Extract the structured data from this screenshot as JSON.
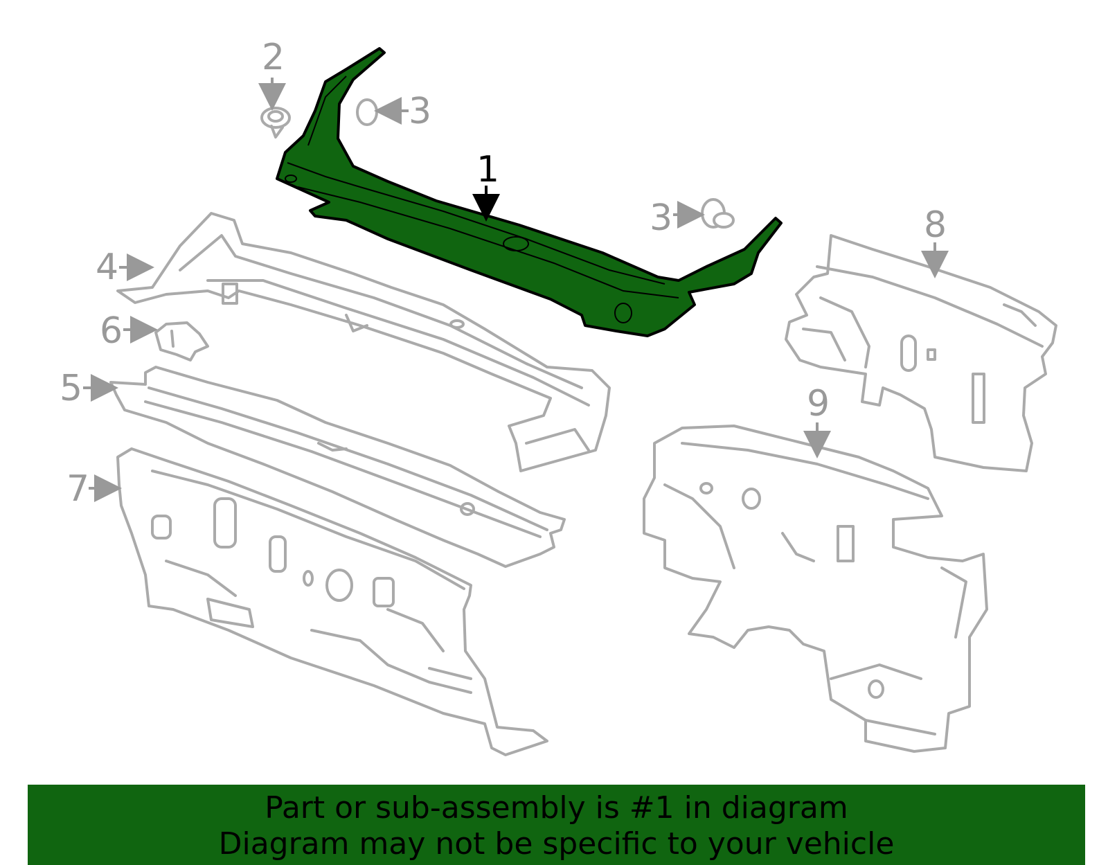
{
  "callouts": {
    "c1": "1",
    "c2": "2",
    "c3a": "3",
    "c3b": "3",
    "c4": "4",
    "c5": "5",
    "c6": "6",
    "c7": "7",
    "c8": "8",
    "c9": "9"
  },
  "highlight_color": "#106510",
  "ghost_color": "#aaaaaa",
  "banner": {
    "line1": "Part or sub-assembly is #1 in diagram",
    "line2": "Diagram may not be specific to your vehicle"
  }
}
